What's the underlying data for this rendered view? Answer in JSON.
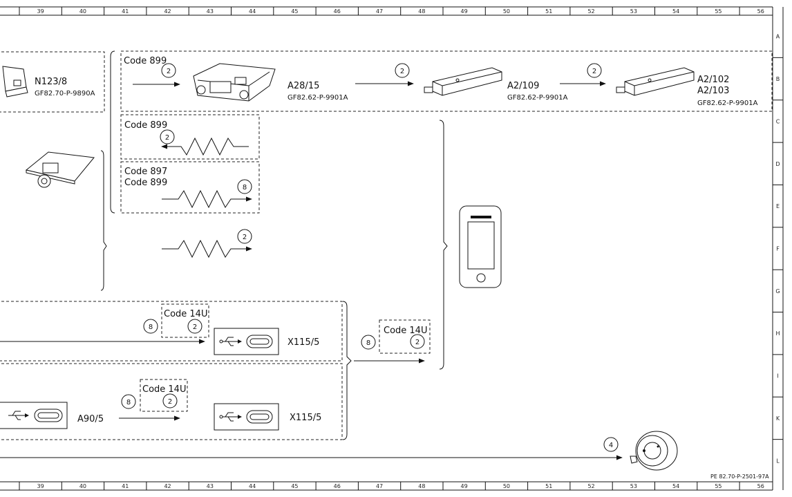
{
  "grid": {
    "columns": [
      "39",
      "40",
      "41",
      "42",
      "43",
      "44",
      "45",
      "46",
      "47",
      "48",
      "49",
      "50",
      "51",
      "52",
      "53",
      "54",
      "55",
      "56"
    ],
    "rows": [
      "A",
      "B",
      "C",
      "D",
      "E",
      "F",
      "G",
      "H",
      "I",
      "K",
      "L"
    ]
  },
  "components": {
    "n123_8": {
      "name": "N123/8",
      "ref": "GF82.70-P-9890A"
    },
    "a28_15": {
      "name": "A28/15",
      "ref": "GF82.62-P-9901A"
    },
    "a2_109": {
      "name": "A2/109",
      "ref": "GF82.62-P-9901A"
    },
    "a2_102": {
      "name": "A2/102",
      "name2": "A2/103",
      "ref": "GF82.62-P-9901A"
    },
    "x115_5_top": {
      "name": "X115/5"
    },
    "x115_5_bottom": {
      "name": "X115/5"
    },
    "a90_5": {
      "name": "A90/5"
    }
  },
  "codes": {
    "top_group": "Code 899",
    "antenna_899": "Code 899",
    "antenna_897": "Code 897",
    "antenna_897b": "Code 899",
    "usb_top": "Code 14U",
    "usb_right": "Code 14U",
    "usb_bottom": "Code 14U"
  },
  "markers": {
    "m_top_1": "2",
    "m_top_2": "2",
    "m_top_3": "2",
    "m_antenna_899": "2",
    "m_antenna_897": "8",
    "m_antenna_free": "2",
    "m_usb_top_a": "8",
    "m_usb_top_b": "2",
    "m_usb_right_a": "8",
    "m_usb_right_b": "2",
    "m_usb_bottom_a": "8",
    "m_usb_bottom_b": "2",
    "m_speaker": "4"
  },
  "footer_ref": "PE 82.70-P-2501-97A"
}
